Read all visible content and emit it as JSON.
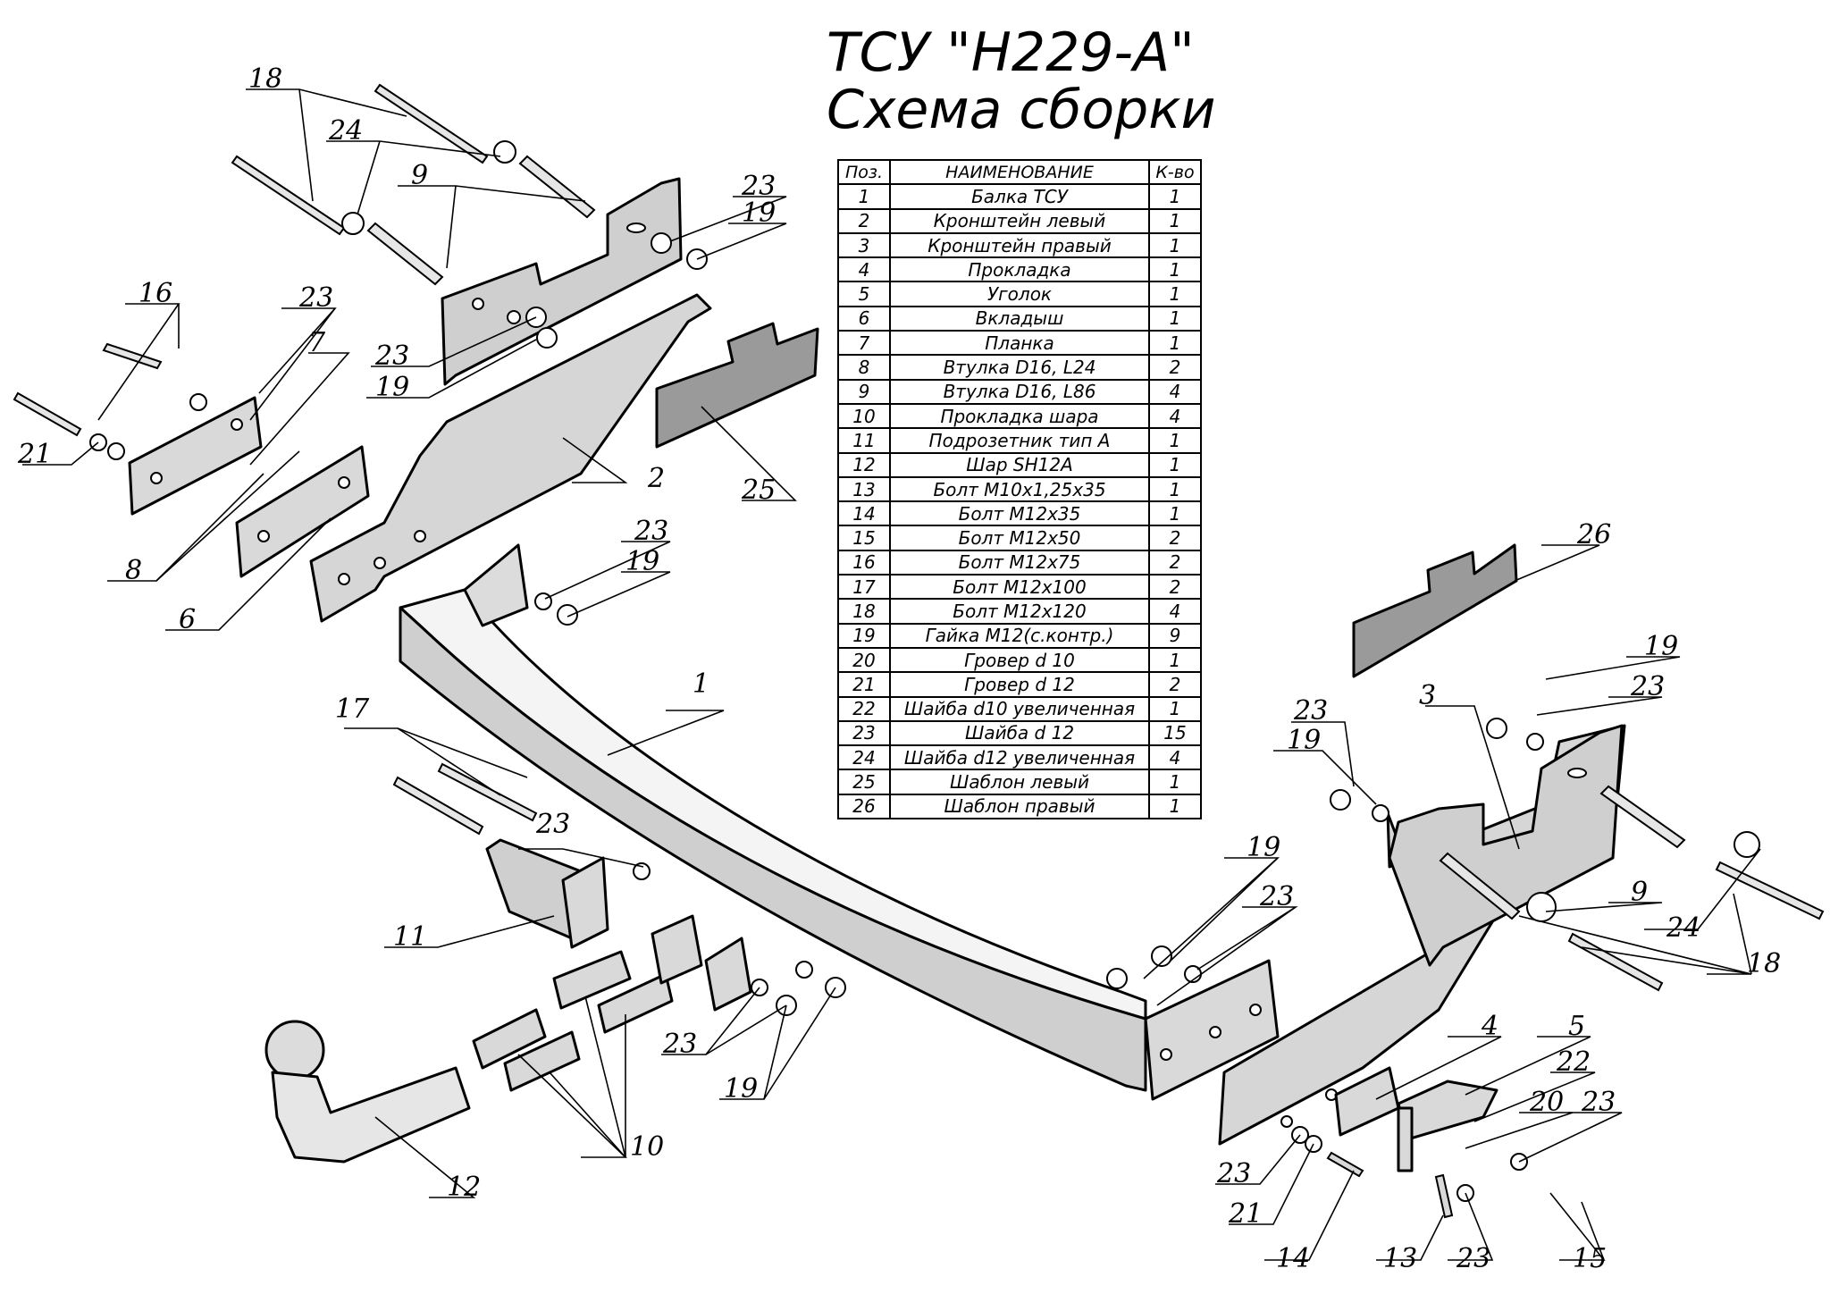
{
  "title": {
    "line1": "ТСУ \"Н229-А\"",
    "line2": "Схема сборки"
  },
  "table": {
    "headers": [
      "Поз.",
      "НАИМЕНОВАНИЕ",
      "К-во"
    ],
    "rows": [
      [
        "1",
        "Балка ТСУ",
        "1"
      ],
      [
        "2",
        "Кронштейн левый",
        "1"
      ],
      [
        "3",
        "Кронштейн правый",
        "1"
      ],
      [
        "4",
        "Прокладка",
        "1"
      ],
      [
        "5",
        "Уголок",
        "1"
      ],
      [
        "6",
        "Вкладыш",
        "1"
      ],
      [
        "7",
        "Планка",
        "1"
      ],
      [
        "8",
        "Втулка D16, L24",
        "2"
      ],
      [
        "9",
        "Втулка D16, L86",
        "4"
      ],
      [
        "10",
        "Прокладка шара",
        "4"
      ],
      [
        "11",
        "Подрозетник тип А",
        "1"
      ],
      [
        "12",
        "Шар SH12A",
        "1"
      ],
      [
        "13",
        "Болт М10х1,25х35",
        "1"
      ],
      [
        "14",
        "Болт М12х35",
        "1"
      ],
      [
        "15",
        "Болт М12х50",
        "2"
      ],
      [
        "16",
        "Болт М12х75",
        "2"
      ],
      [
        "17",
        "Болт М12х100",
        "2"
      ],
      [
        "18",
        "Болт М12х120",
        "4"
      ],
      [
        "19",
        "Гайка М12(с.контр.)",
        "9"
      ],
      [
        "20",
        "Гровер d 10",
        "1"
      ],
      [
        "21",
        "Гровер d 12",
        "2"
      ],
      [
        "22",
        "Шайба d10 увеличенная",
        "1"
      ],
      [
        "23",
        "Шайба d 12",
        "15"
      ],
      [
        "24",
        "Шайба d12 увеличенная",
        "4"
      ],
      [
        "25",
        "Шаблон левый",
        "1"
      ],
      [
        "26",
        "Шаблон правый",
        "1"
      ]
    ]
  },
  "callouts": [
    "18",
    "24",
    "9",
    "23",
    "19",
    "16",
    "23",
    "7",
    "23",
    "19",
    "21",
    "2",
    "25",
    "8",
    "6",
    "23",
    "19",
    "1",
    "26",
    "17",
    "23",
    "11",
    "19",
    "23",
    "19",
    "23",
    "3",
    "9",
    "24",
    "18",
    "23",
    "19",
    "12",
    "10",
    "23",
    "19",
    "4",
    "5",
    "22",
    "20",
    "23",
    "23",
    "21",
    "14",
    "13",
    "23",
    "15"
  ]
}
